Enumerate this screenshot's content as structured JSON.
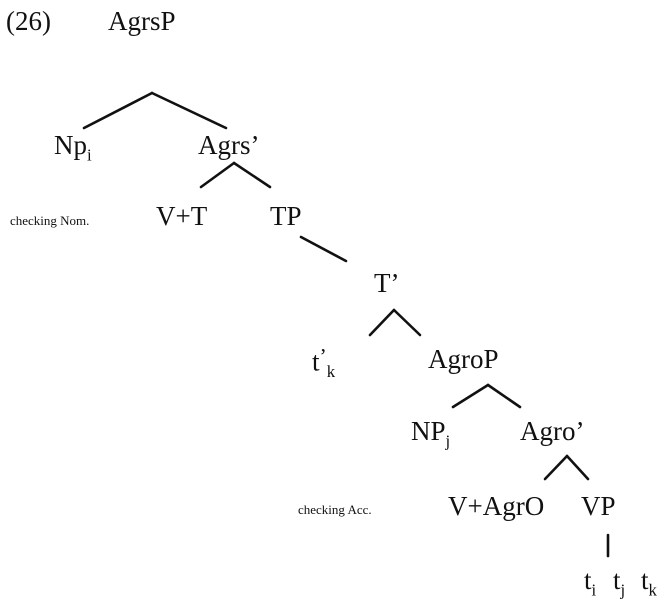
{
  "example": {
    "number": "(26)",
    "root_label": "AgrsP"
  },
  "nodes": {
    "np_i": {
      "base": "Np",
      "sub": "i"
    },
    "agrs_bar": {
      "text": "Agrs’"
    },
    "v_t": {
      "text": "V+T"
    },
    "tp": {
      "text": "TP"
    },
    "t_bar": {
      "text": "T’"
    },
    "t_trace_k": {
      "base": "t",
      "prime": "’",
      "sub": "k"
    },
    "agrop": {
      "text": "AgroP"
    },
    "np_j": {
      "base": "NP",
      "sub": "j"
    },
    "agro_bar": {
      "text": "Agro’"
    },
    "v_agro": {
      "text": "V+AgrO"
    },
    "vp": {
      "text": "VP"
    },
    "traces": [
      {
        "base": "t",
        "sub": "i"
      },
      {
        "base": "t",
        "sub": "j"
      },
      {
        "base": "t",
        "sub": "k"
      }
    ]
  },
  "annotations": {
    "checking_nom": "checking Nom.",
    "checking_acc": "checking Acc."
  },
  "colors": {
    "ink": "#111111",
    "background": "#ffffff"
  }
}
